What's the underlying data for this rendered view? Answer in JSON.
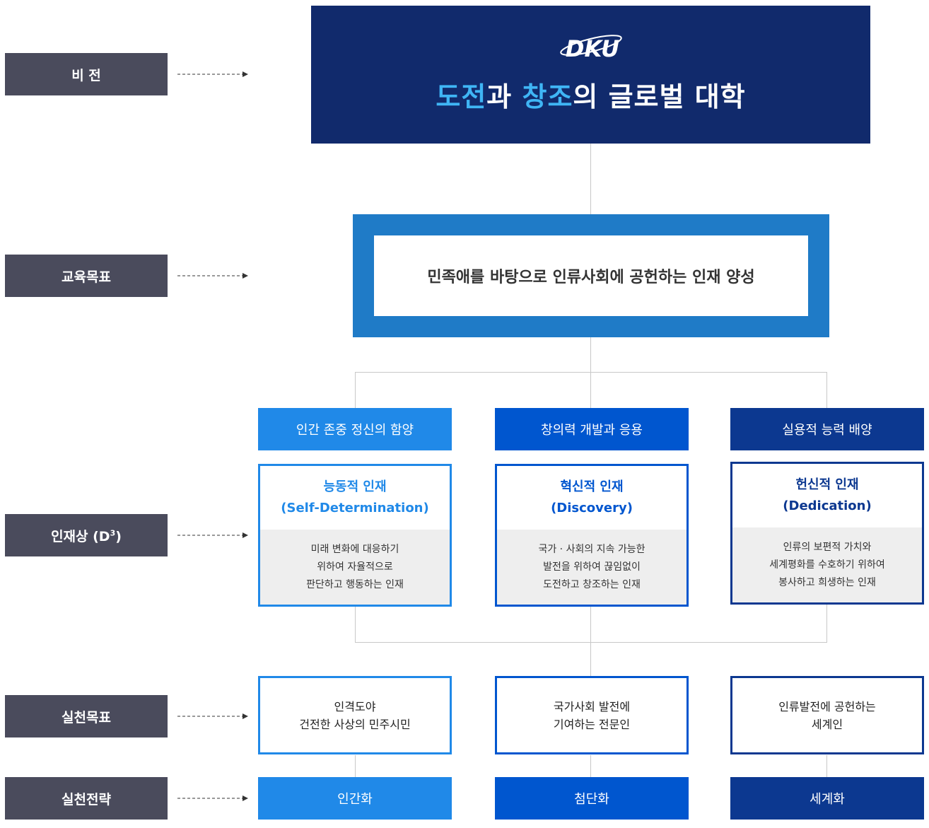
{
  "labels": {
    "vision": "비 전",
    "edu_goal": "교육목표",
    "talent": "인재상 (D",
    "talent_sup": "3",
    "talent_end": ")",
    "practice_goal": "실천목표",
    "practice_strategy": "실천전략"
  },
  "vision": {
    "logo_text": "DKU",
    "title_part1": "도전",
    "title_part2": "과 ",
    "title_part3": "창조",
    "title_part4": "의 글로벌 대학"
  },
  "edu_goal": "민족애를 바탕으로 인류사회에 공헌하는 인재 양성",
  "columns": [
    {
      "header": "인간 존중 정신의 함양",
      "card_title": "능동적 인재",
      "card_subtitle": "(Self-Determination)",
      "desc": [
        "미래 변화에 대응하기",
        "위하여 자율적으로",
        "판단하고 행동하는 인재"
      ],
      "practice": [
        "인격도야",
        "건전한 사상의 민주시민"
      ],
      "strategy": "인간화"
    },
    {
      "header": "창의력 개발과 응용",
      "card_title": "혁신적 인재",
      "card_subtitle": "(Discovery)",
      "desc": [
        "국가 · 사회의 지속 가능한",
        "발전을 위하여 끊임없이",
        "도전하고 창조하는 인재"
      ],
      "practice": [
        "국가사회 발전에",
        "기여하는 전문인"
      ],
      "strategy": "첨단화"
    },
    {
      "header": "실용적 능력 배양",
      "card_title": "헌신적 인재",
      "card_subtitle": "(Dedication)",
      "desc": [
        "인류의 보편적 가치와",
        "세계평화를 수호하기 위하여",
        "봉사하고 희생하는 인재"
      ],
      "practice": [
        "인류발전에 공헌하는",
        "세계인"
      ],
      "strategy": "세계화"
    }
  ],
  "colors": {
    "label_bg": "#4a4b5c",
    "vision_bg": "#112a6c",
    "highlight": "#3fb5f5",
    "goal_frame": "#1f7bc7",
    "col1": "#2089e8",
    "col2": "#0056cf",
    "col3": "#0c3890"
  }
}
